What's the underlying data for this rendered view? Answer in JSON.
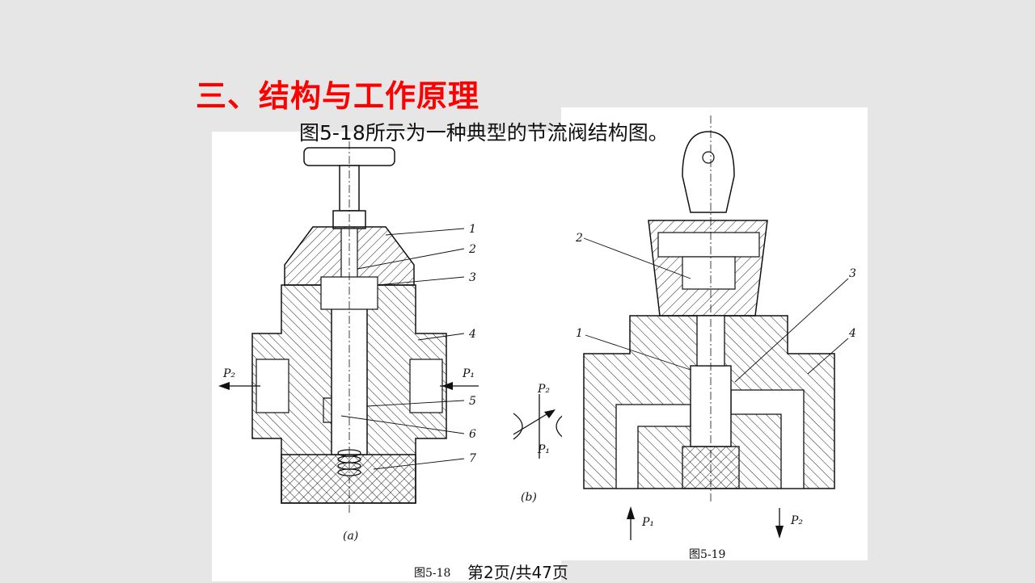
{
  "slide": {
    "title": "三、结构与工作原理",
    "subtitle": "图5-18所示为一种典型的节流阀结构图。",
    "page_number": "第2页/共47页"
  },
  "figure_a": {
    "part_labels": [
      "1",
      "2",
      "3",
      "4",
      "5",
      "6",
      "7"
    ],
    "port_left": "P₂",
    "port_right": "P₁",
    "sub_caption": "(a)",
    "caption": "图5-18"
  },
  "figure_b_symbol": {
    "port_top": "P₂",
    "port_bottom": "P₁",
    "sub_caption": "(b)"
  },
  "figure_5_19": {
    "part_labels": [
      "1",
      "2",
      "3",
      "4"
    ],
    "port_inlet": "P₁",
    "port_outlet": "P₂",
    "caption": "图5-19"
  }
}
